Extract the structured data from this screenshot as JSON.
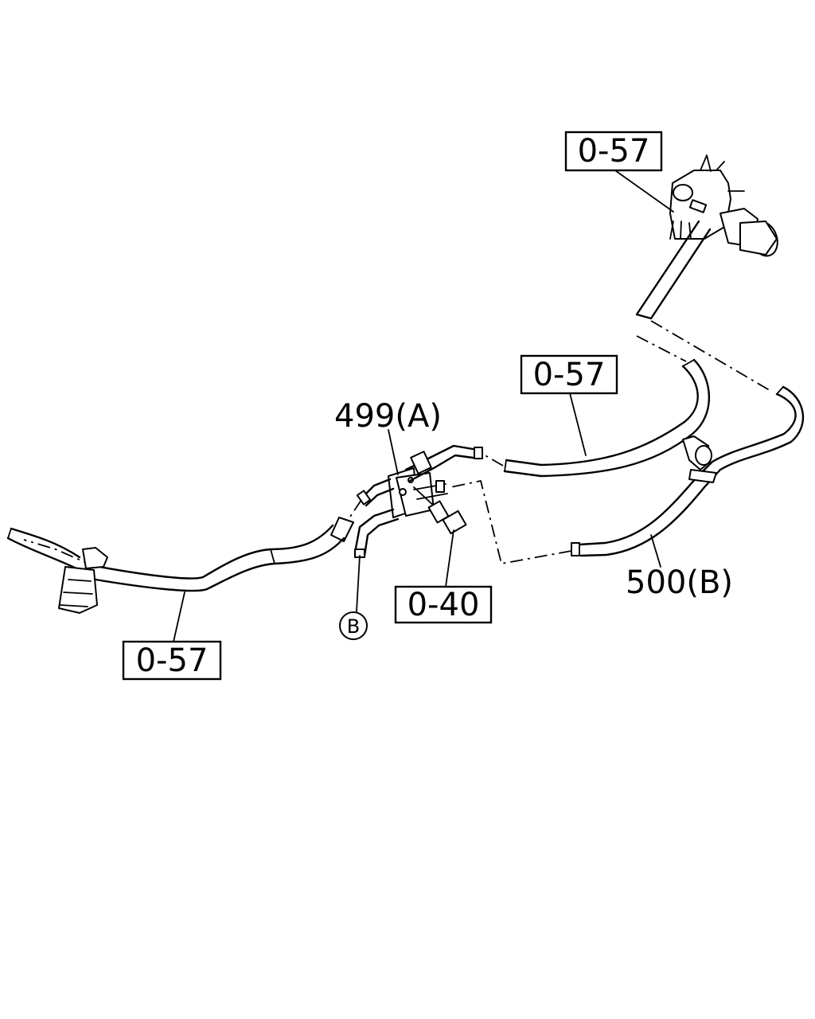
{
  "callouts": {
    "top_right": "0-57",
    "middle": "0-57",
    "bottom_left": "0-57",
    "bolt": "0-40"
  },
  "labels": {
    "part_a": "499(A)",
    "part_b": "500(B)",
    "connector_b": "B"
  }
}
